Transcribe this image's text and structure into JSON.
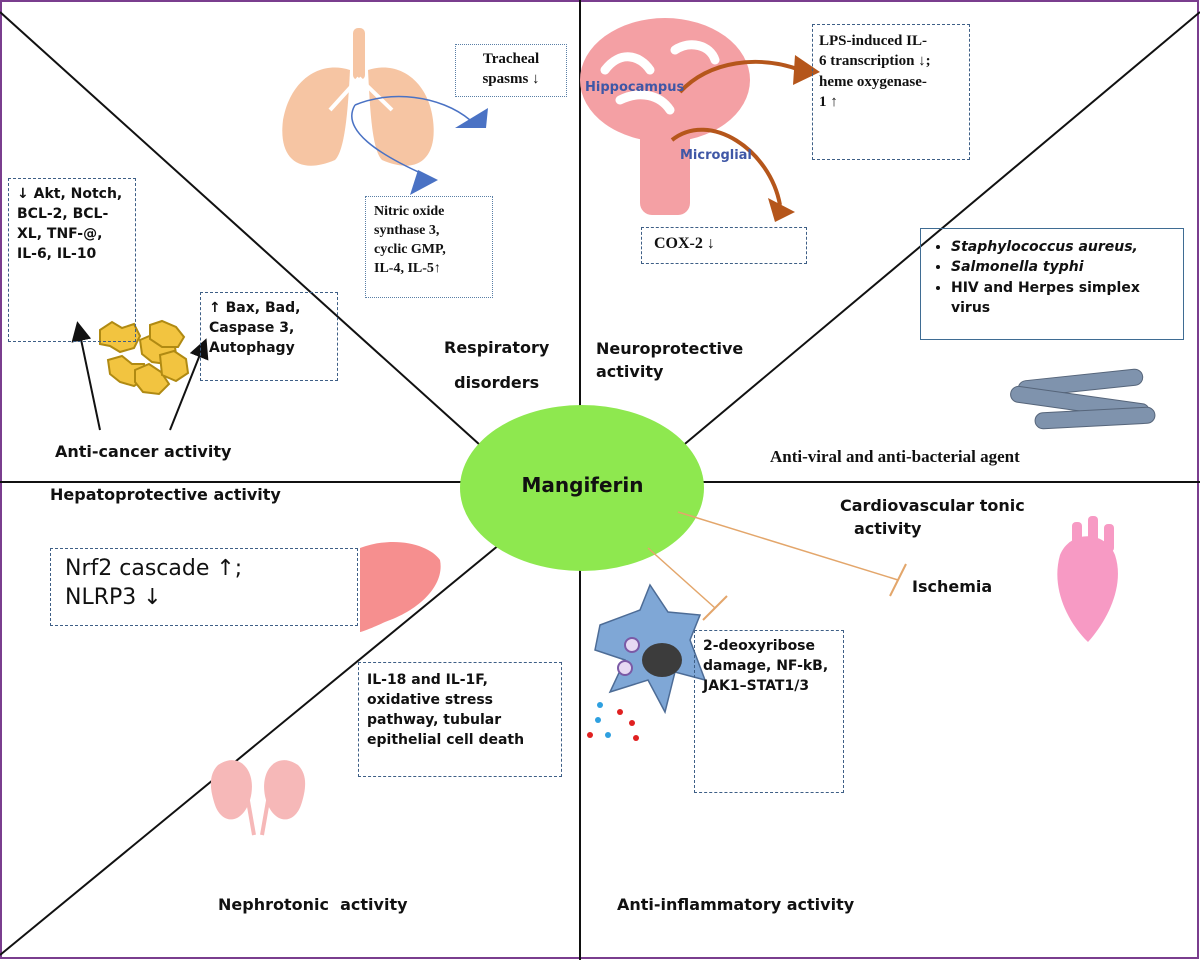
{
  "center": {
    "label": "Mangiferin"
  },
  "sections": {
    "anti_cancer": {
      "heading": "Anti-cancer activity",
      "down_box": [
        "↓ Akt, Notch,",
        "BCL-2, BCL-",
        "XL, TNF-@,",
        "IL-6, IL-10"
      ],
      "up_box": [
        "↑ Bax, Bad,",
        "Caspase 3,",
        "Autophagy"
      ]
    },
    "respiratory": {
      "heading": [
        "Respiratory",
        "disorders"
      ],
      "tracheal_box": [
        "Tracheal",
        "spasms ↓"
      ],
      "nitric_box": [
        "Nitric oxide",
        "synthase 3,",
        "cyclic GMP,",
        "IL-4, IL-5↑"
      ]
    },
    "neuroprotective": {
      "heading": [
        "Neuroprotective",
        "activity"
      ],
      "hippocampus_label": "Hippocampus",
      "microglial_label": "Microglial",
      "lps_box": [
        "LPS-induced IL-",
        "6 transcription ↓;",
        "heme oxygenase-",
        "1 ↑"
      ],
      "cox_box": "COX-2 ↓"
    },
    "antiviral": {
      "heading": "Anti-viral and anti-bacterial agent",
      "items": [
        "Staphylococcus aureus,",
        "Salmonella typhi",
        "HIV and Herpes simplex virus"
      ]
    },
    "hepatoprotective": {
      "heading": "Hepatoprotective activity",
      "box": [
        "Nrf2 cascade ↑;",
        "NLRP3 ↓"
      ]
    },
    "cardiovascular": {
      "heading": [
        "Cardiovascular tonic",
        "activity"
      ],
      "ischemia_label": "Ischemia"
    },
    "nephrotonic": {
      "heading": "Nephrotonic  activity",
      "box": [
        "IL-18 and IL-1F,",
        "oxidative stress",
        "pathway, tubular",
        "epithelial cell death"
      ]
    },
    "anti_inflammatory": {
      "heading": "Anti-inflammatory activity",
      "box": [
        "2-deoxyribose",
        "damage, NF-kB,",
        "JAK1–STAT1/3"
      ]
    }
  },
  "colors": {
    "frame": "#7a3d8e",
    "lines": "#111111",
    "center_fill": "#8ee84f",
    "box_border": "#3e5f86",
    "inhibit_line": "#e3a66b",
    "blue_arrow": "#4a72c4",
    "brown_arrow": "#b5561b",
    "label_blue": "#3f57a6"
  }
}
